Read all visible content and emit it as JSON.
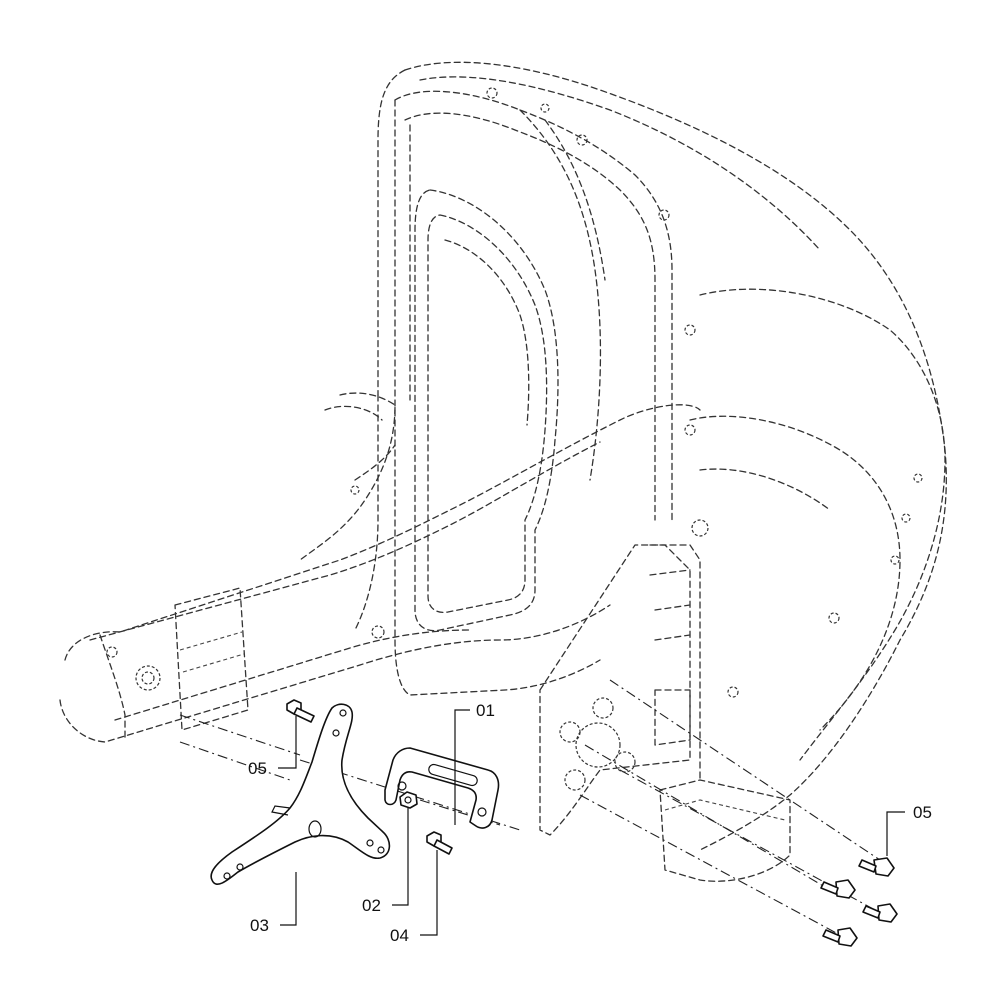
{
  "callouts": [
    {
      "id": "01",
      "text": "01"
    },
    {
      "id": "02",
      "text": "02"
    },
    {
      "id": "03",
      "text": "03"
    },
    {
      "id": "04",
      "text": "04"
    },
    {
      "id": "05-left",
      "text": "05"
    },
    {
      "id": "05-right",
      "text": "05"
    }
  ],
  "parts": [
    "bracket-01",
    "nut-02",
    "mount-plate-03",
    "bolt-04",
    "bolt-05"
  ]
}
